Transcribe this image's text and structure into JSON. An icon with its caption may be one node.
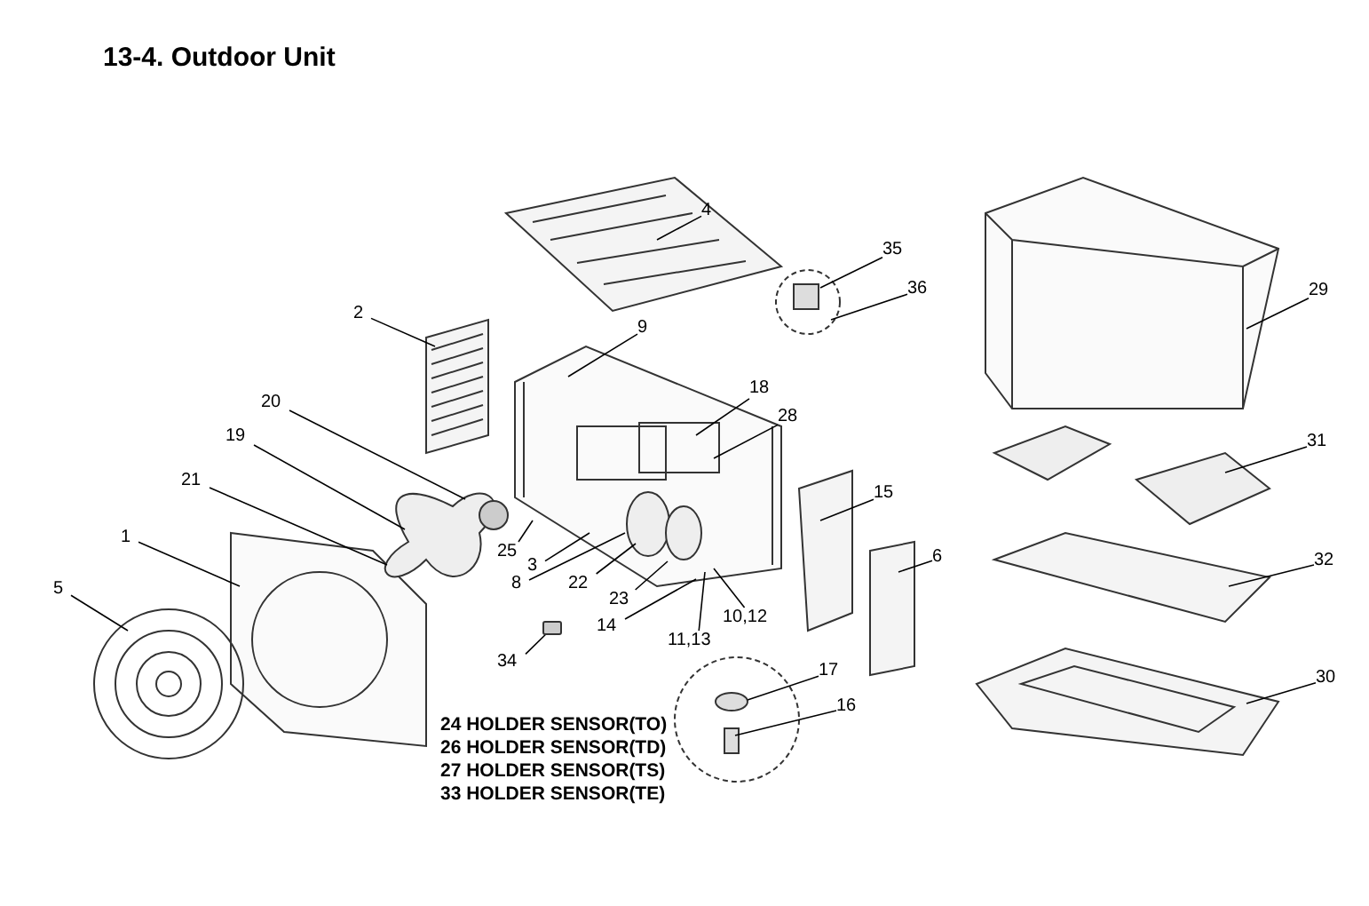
{
  "diagram": {
    "title": "13-4. Outdoor Unit",
    "nodes": [
      {
        "text": [
          "4"
        ]
      },
      {
        "text": [
          "35"
        ]
      },
      {
        "text": [
          "36"
        ]
      },
      {
        "text": [
          "2"
        ]
      },
      {
        "text": [
          "9"
        ]
      },
      {
        "text": [
          "29"
        ]
      },
      {
        "text": [
          "18"
        ]
      },
      {
        "text": [
          "28"
        ]
      },
      {
        "text": [
          "20"
        ]
      },
      {
        "text": [
          "19"
        ]
      },
      {
        "text": [
          "21"
        ]
      },
      {
        "text": [
          "31"
        ]
      },
      {
        "text": [
          "15"
        ]
      },
      {
        "text": [
          "1"
        ]
      },
      {
        "text": [
          "6"
        ]
      },
      {
        "text": [
          "32"
        ]
      },
      {
        "text": [
          "5"
        ]
      },
      {
        "text": [
          "25"
        ]
      },
      {
        "text": [
          "3"
        ]
      },
      {
        "text": [
          "22"
        ]
      },
      {
        "text": [
          "8"
        ]
      },
      {
        "text": [
          "23"
        ]
      },
      {
        "text": [
          "14"
        ]
      },
      {
        "text": [
          "10,12"
        ]
      },
      {
        "text": [
          "11,13"
        ]
      },
      {
        "text": [
          "34"
        ]
      },
      {
        "text": [
          "17"
        ]
      },
      {
        "text": [
          "16"
        ]
      },
      {
        "text": [
          "30"
        ]
      },
      {
        "text": [],
        "shape": "box"
      }
    ],
    "edges": [
      {
        "from": 0,
        "to": null,
        "arrow": "none"
      },
      {
        "from": 1,
        "to": null,
        "arrow": "none"
      },
      {
        "from": 2,
        "to": null,
        "arrow": "none"
      },
      {
        "from": 3,
        "to": null,
        "arrow": "none"
      },
      {
        "from": 4,
        "to": null,
        "arrow": "none"
      },
      {
        "from": 5,
        "to": null,
        "arrow": "none"
      },
      {
        "from": 6,
        "to": null,
        "arrow": "none"
      },
      {
        "from": 7,
        "to": null,
        "arrow": "none"
      },
      {
        "from": 8,
        "to": null,
        "arrow": "none"
      },
      {
        "from": 9,
        "to": null,
        "arrow": "none"
      },
      {
        "from": 10,
        "to": null,
        "arrow": "none"
      },
      {
        "from": 11,
        "to": null,
        "arrow": "none"
      },
      {
        "from": 12,
        "to": null,
        "arrow": "none"
      },
      {
        "from": 13,
        "to": null,
        "arrow": "none"
      },
      {
        "from": 14,
        "to": null,
        "arrow": "none"
      },
      {
        "from": 15,
        "to": null,
        "arrow": "none"
      },
      {
        "from": 16,
        "to": null,
        "arrow": "none"
      },
      {
        "from": 17,
        "to": null,
        "arrow": "none"
      },
      {
        "from": 18,
        "to": null,
        "arrow": "none"
      },
      {
        "from": 19,
        "to": null,
        "arrow": "none"
      },
      {
        "from": 20,
        "to": null,
        "arrow": "none"
      },
      {
        "from": 21,
        "to": null,
        "arrow": "none"
      },
      {
        "from": 22,
        "to": null,
        "arrow": "none"
      },
      {
        "from": 23,
        "to": null,
        "arrow": "none"
      },
      {
        "from": 24,
        "to": null,
        "arrow": "none"
      },
      {
        "from": 25,
        "to": 29,
        "arrow": "none"
      },
      {
        "from": 26,
        "to": null,
        "arrow": "none"
      },
      {
        "from": 27,
        "to": null,
        "arrow": "none"
      },
      {
        "from": 28,
        "to": null,
        "arrow": "none"
      }
    ],
    "labels": [
      "24 HOLDER SENSOR(TO)",
      "26 HOLDER SENSOR(TD)",
      "27 HOLDER SENSOR(TS)",
      "33 HOLDER SENSOR(TE)"
    ]
  }
}
